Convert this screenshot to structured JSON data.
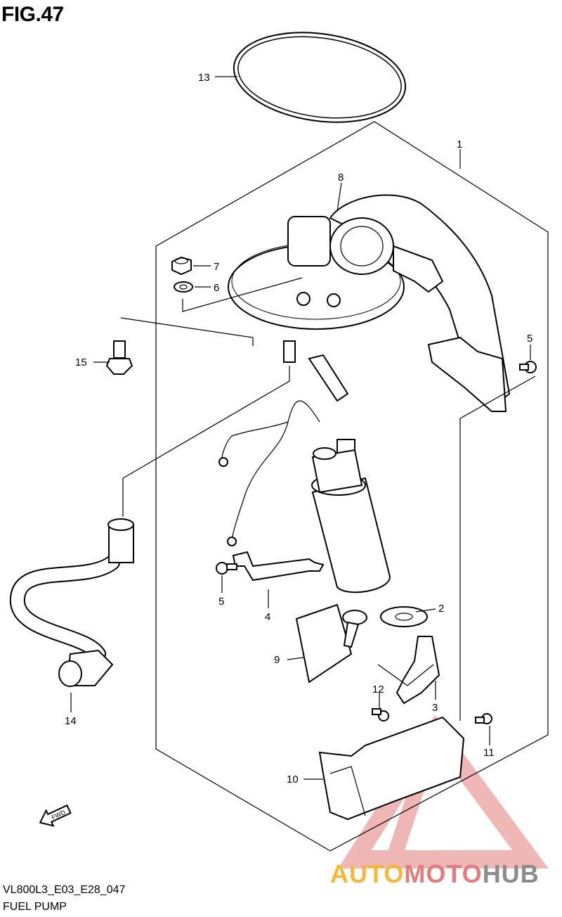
{
  "figure_title": "FIG.47",
  "model_code": "VL800L3_E03_E28_047",
  "caption": "FUEL PUMP",
  "fwd_label": "FWD",
  "watermark": {
    "part1": "AUTO",
    "part2": "MOTO",
    "part3": "HUB",
    "colors": {
      "auto": "#f5b83d",
      "moto": "#e37c7c",
      "hub": "#8c8c8c"
    }
  },
  "callouts": [
    "13",
    "1",
    "8",
    "7",
    "6",
    "15",
    "5",
    "5",
    "4",
    "2",
    "9",
    "3",
    "12",
    "11",
    "10",
    "14"
  ]
}
